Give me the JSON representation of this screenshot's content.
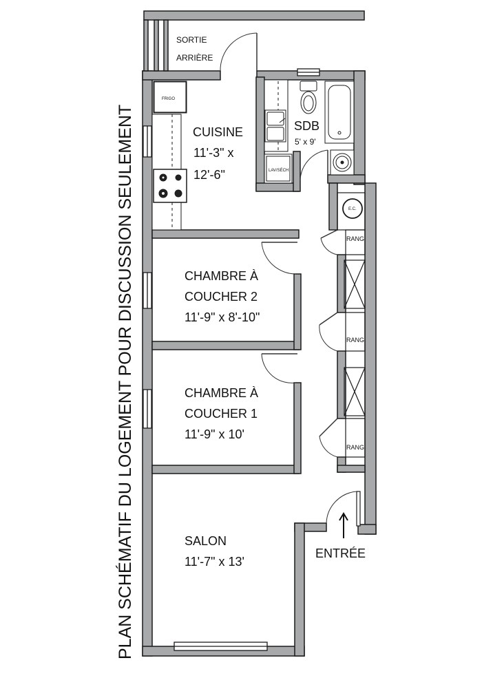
{
  "title": "PLAN SCHÉMATIF DU LOGEMENT POUR DISCUSSION SEULEMENT",
  "exit": {
    "line1": "SORTIE",
    "line2": "ARRIÈRE"
  },
  "entrance": "ENTRÉE",
  "rooms": {
    "kitchen": {
      "name": "CUISINE",
      "dim1": "11'-3\" x",
      "dim2": "12'-6\""
    },
    "bathroom": {
      "name": "SDB",
      "dims": "5' x 9'"
    },
    "bedroom2": {
      "line1": "CHAMBRE À",
      "line2": "COUCHER 2",
      "dims": "11'-9\" x 8'-10\""
    },
    "bedroom1": {
      "line1": "CHAMBRE À",
      "line2": "COUCHER 1",
      "dims": "11'-9\" x 10'"
    },
    "living": {
      "name": "SALON",
      "dims": "11'-7\" x 13'"
    }
  },
  "fixtures": {
    "fridge": "FRIGO",
    "washer_dryer": "LAV/SÉCH",
    "water_heater": "E.C.",
    "closets": [
      "RANG",
      "RANG",
      "RANG"
    ]
  },
  "colors": {
    "wall": "#a7a9ab",
    "outline": "#1a1a1a",
    "background": "#ffffff"
  }
}
